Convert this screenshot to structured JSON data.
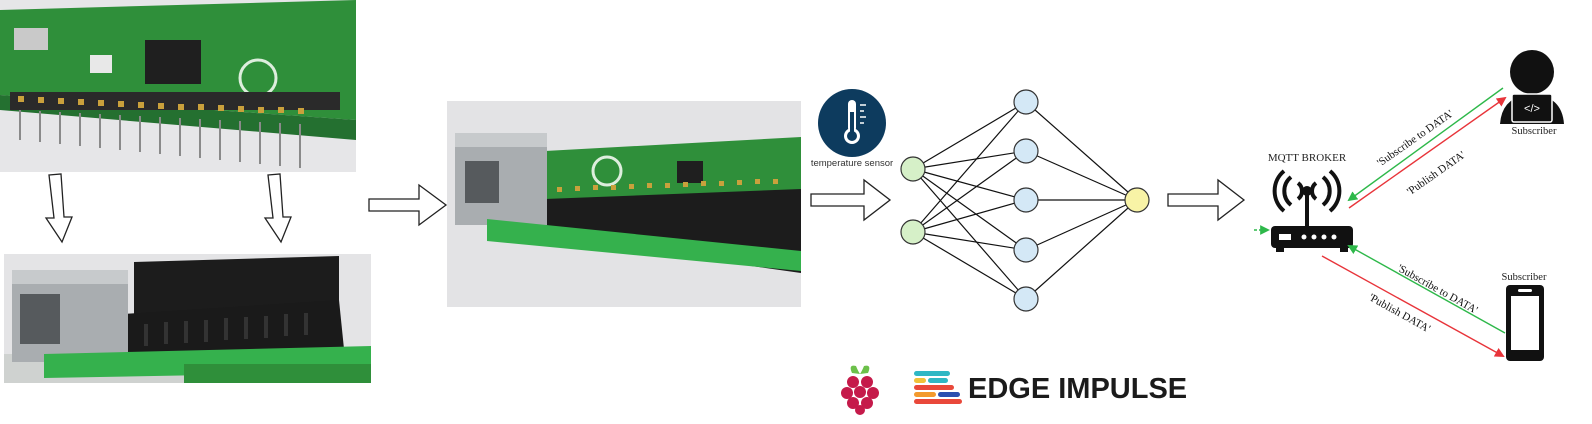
{
  "sensor": {
    "label": "temperature sensor",
    "icon": "thermometer-icon"
  },
  "broker": {
    "title": "MQTT BROKER",
    "icon": "wifi-router-icon"
  },
  "subscribers": [
    {
      "label": "Subscriber",
      "icon": "developer-laptop-icon"
    },
    {
      "label": "Subscriber",
      "icon": "smartphone-icon"
    }
  ],
  "flows": {
    "subscribe_top": "'Subscribe to DATA'",
    "publish_top": "'Publish DATA'",
    "subscribe_bottom": "'Subscribe to DATA'",
    "publish_bottom": "'Publish DATA'"
  },
  "logos": {
    "raspberry": "raspberry-pi-logo",
    "edge_impulse": "EDGE IMPULSE"
  },
  "colors": {
    "pcb_green": "#2f8f3a",
    "subscribe_line": "#2eb84a",
    "publish_line": "#e8343a",
    "input_node": "#d6f0c8",
    "hidden_node": "#d4e8f6",
    "output_node": "#f8f3a6",
    "sensor_bg": "#0d3b5e"
  }
}
